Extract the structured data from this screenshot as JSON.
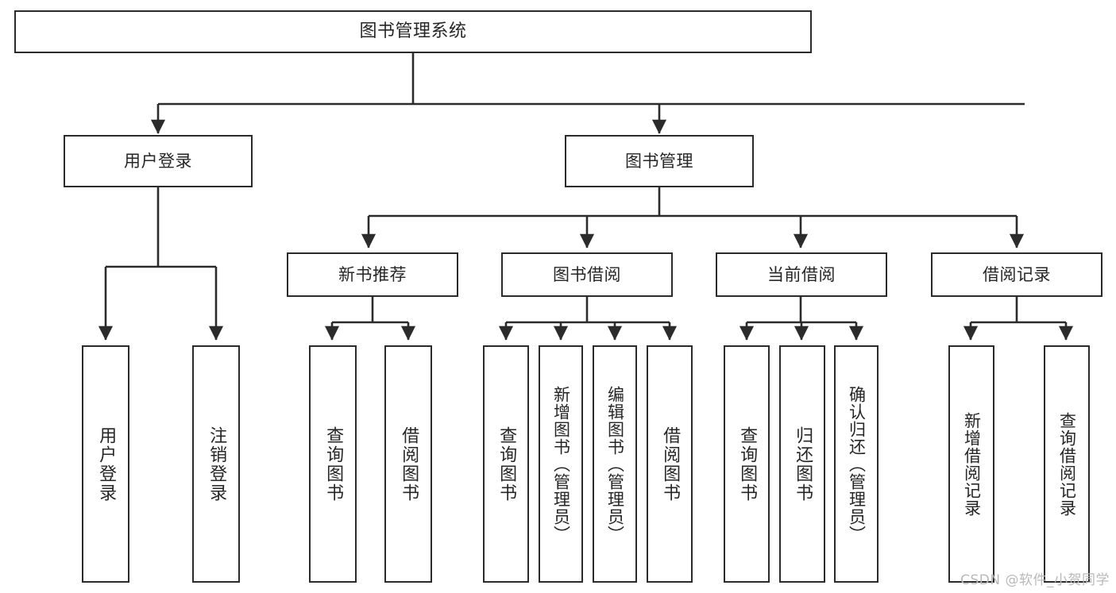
{
  "diagram": {
    "title": "图书管理系统",
    "watermark": "CSDN @软件_小贺同学",
    "line_color": "#2b2b2b",
    "box_fill": "#ffffff",
    "text_color": "#262626",
    "watermark_color": "#b9b9b9",
    "nodes": {
      "root": {
        "label": "图书管理系统"
      },
      "level2": [
        {
          "id": "user-login",
          "label": "用户登录"
        },
        {
          "id": "book-manage",
          "label": "图书管理"
        }
      ],
      "level3": [
        {
          "id": "new-book-recommend",
          "label": "新书推荐"
        },
        {
          "id": "book-borrow",
          "label": "图书借阅"
        },
        {
          "id": "current-borrow",
          "label": "当前借阅"
        },
        {
          "id": "borrow-record",
          "label": "借阅记录"
        }
      ],
      "leaves": {
        "user_login": [
          {
            "id": "leaf-user-login",
            "label": "用户登录"
          },
          {
            "id": "leaf-logout-login",
            "label": "注销登录"
          }
        ],
        "new_book_recommend": [
          {
            "id": "leaf-query-book-1",
            "label": "查询图书"
          },
          {
            "id": "leaf-borrow-book-1",
            "label": "借阅图书"
          }
        ],
        "book_borrow": [
          {
            "id": "leaf-query-book-2",
            "label": "查询图书"
          },
          {
            "id": "leaf-add-book",
            "label": "新增图书（管理员）"
          },
          {
            "id": "leaf-edit-book",
            "label": "编辑图书（管理员）"
          },
          {
            "id": "leaf-borrow-book-2",
            "label": "借阅图书"
          }
        ],
        "current_borrow": [
          {
            "id": "leaf-query-book-3",
            "label": "查询图书"
          },
          {
            "id": "leaf-return-book",
            "label": "归还图书"
          },
          {
            "id": "leaf-confirm-return",
            "label": "确认归还（管理员）"
          }
        ],
        "borrow_record": [
          {
            "id": "leaf-add-record",
            "label": "新增借阅记录"
          },
          {
            "id": "leaf-query-record",
            "label": "查询借阅记录"
          }
        ]
      }
    }
  }
}
